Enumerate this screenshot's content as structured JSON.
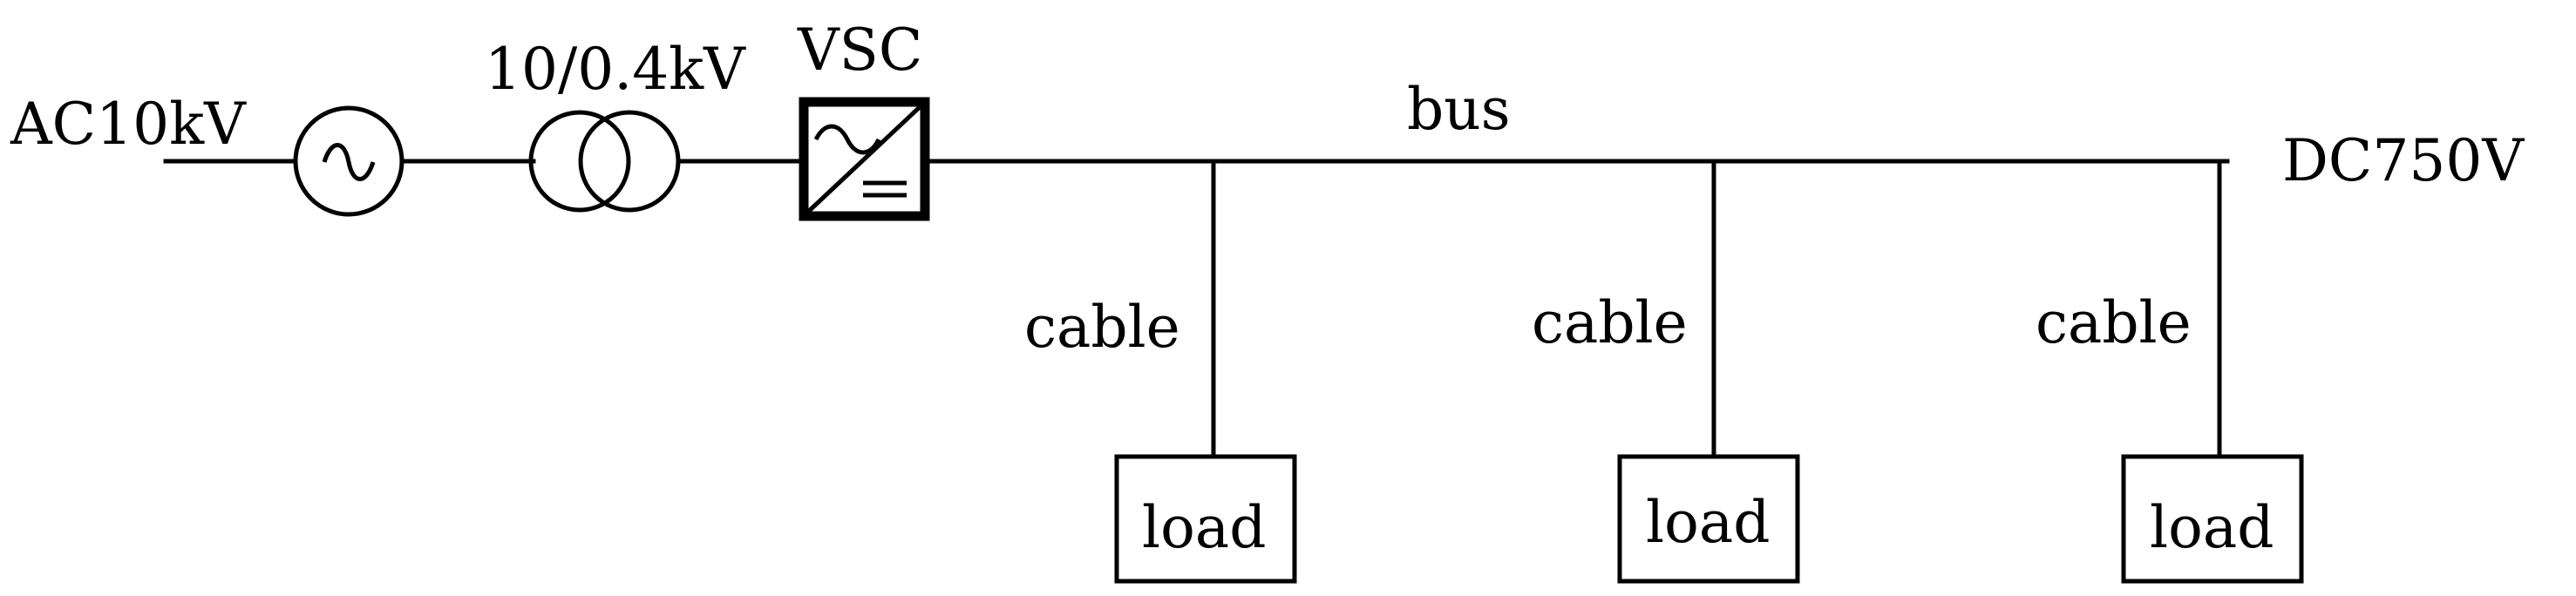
{
  "labels": {
    "ac_source": "AC10kV",
    "transformer": "10/0.4kV",
    "converter": "VSC",
    "bus": "bus",
    "dc_voltage": "DC750V"
  },
  "branches": [
    {
      "cable_label": "cable",
      "load_label": "load"
    },
    {
      "cable_label": "cable",
      "load_label": "load"
    },
    {
      "cable_label": "cable",
      "load_label": "load"
    }
  ],
  "colors": {
    "line": "#000000",
    "background": "#ffffff"
  }
}
